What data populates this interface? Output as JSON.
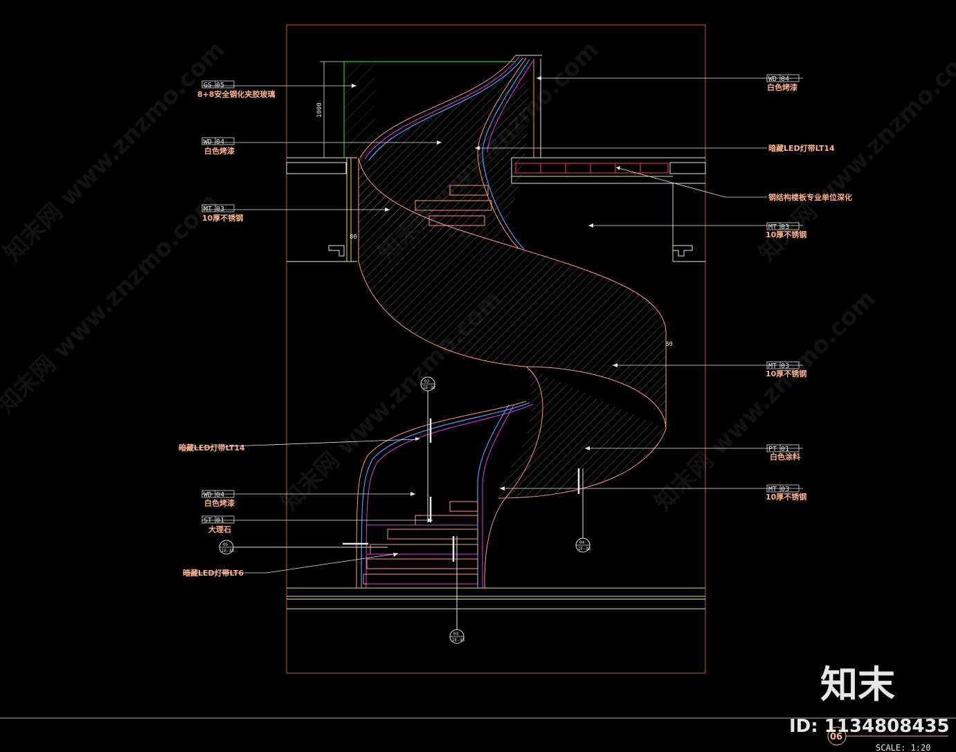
{
  "title_block": {
    "sheet_number": "06",
    "scale": "SCALE: 1:20"
  },
  "watermark": {
    "brand": "知末",
    "id": "ID: 1134808435",
    "site_text": "知末网 www.znzmo.com"
  },
  "dimensions": {
    "railing_height": "1000",
    "edge_upper": "80",
    "edge_mid": "80"
  },
  "left_labels": [
    {
      "code": "GS 05",
      "desc": "8+8安全钢化夹胶玻璃"
    },
    {
      "code": "WD 04",
      "desc": "白色烤漆"
    },
    {
      "code": "MT 03",
      "desc": "10厚不锈钢"
    },
    {
      "code": "",
      "desc": "暗藏LED灯带LT14"
    },
    {
      "code": "WD 04",
      "desc": "白色烤漆"
    },
    {
      "code": "ST 01",
      "desc": "大理石"
    },
    {
      "code": "",
      "desc": "暗藏LED灯带LT6"
    }
  ],
  "right_labels": [
    {
      "code": "WD 04",
      "desc": "白色烤漆"
    },
    {
      "code": "",
      "desc": "暗藏LED灯带LT14"
    },
    {
      "code": "",
      "desc": "钢结构楼板专业单位深化"
    },
    {
      "code": "MT 03",
      "desc": "10厚不锈钢"
    },
    {
      "code": "MT 03",
      "desc": "10厚不锈钢"
    },
    {
      "code": "PT 01",
      "desc": "白色涂料"
    },
    {
      "code": "MT 03",
      "desc": "10厚不锈钢"
    }
  ],
  "section_markers": [
    {
      "top": "02",
      "bottom": "IE-32"
    },
    {
      "top": "05",
      "bottom": "IE-33"
    },
    {
      "top": "04",
      "bottom": "IE-33"
    },
    {
      "top": "03",
      "bottom": "IE-33"
    }
  ],
  "colors": {
    "background": "#000000",
    "frame": "#c0584a",
    "slab": "#e8e8e8",
    "structure_yellow": "#e8e05a",
    "stair_outline": "#ff9a7a",
    "handrail_blue": "#4aa0ff",
    "led_magenta": "#e040e0",
    "glass_green": "#30c040",
    "label_orange": "#ffb38a"
  }
}
